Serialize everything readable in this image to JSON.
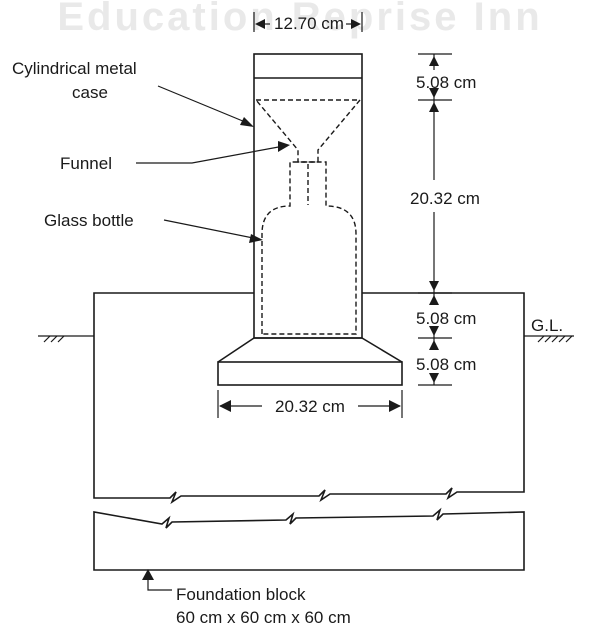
{
  "watermark": "Education Reprise Inn",
  "labels": {
    "case": [
      "Cylindrical metal",
      "case"
    ],
    "funnel": "Funnel",
    "bottle": "Glass bottle",
    "ground_level": "G.L.",
    "foundation": [
      "Foundation block",
      "60 cm x 60 cm x 60 cm"
    ]
  },
  "dimensions": {
    "case_diameter": "12.70 cm",
    "top_section": "5.08 cm",
    "middle_section": "20.32 cm",
    "above_ground": "5.08 cm",
    "base_height": "5.08 cm",
    "base_width": "20.32 cm"
  }
}
